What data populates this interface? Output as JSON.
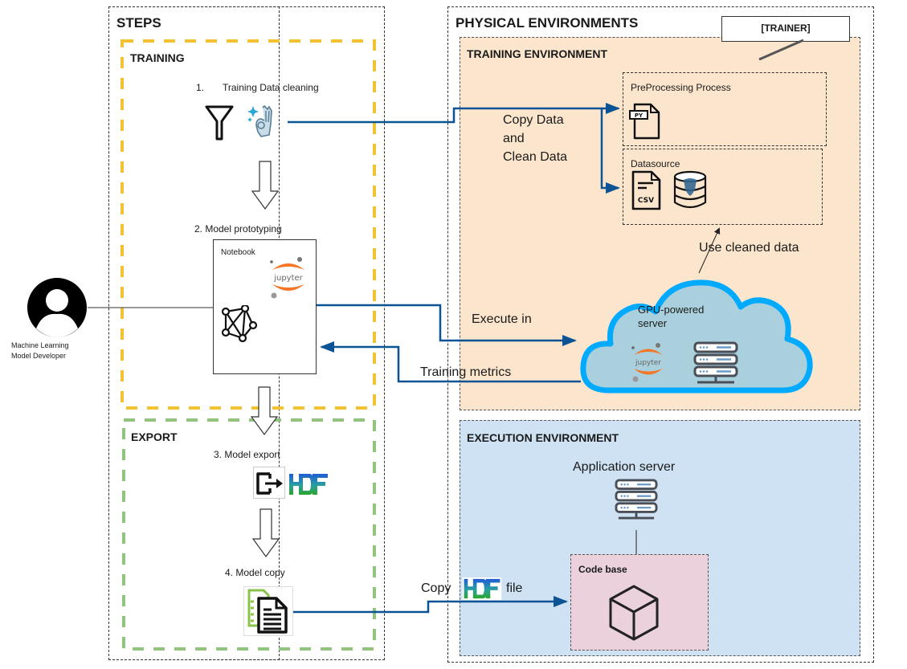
{
  "steps": {
    "title": "STEPS",
    "training": {
      "title": "TRAINING",
      "step1": {
        "number": "1.",
        "label": "Training Data cleaning",
        "icons": [
          "funnel-icon",
          "sparkle-ok-hand-icon"
        ]
      },
      "step2": {
        "label": "2. Model prototyping",
        "notebook_label": "Notebook",
        "icons": [
          "jupyter-logo-icon",
          "network-graph-icon"
        ]
      }
    },
    "export": {
      "title": "EXPORT",
      "step3": {
        "label": "3. Model export",
        "icons": [
          "export-icon",
          "hdf-logo-icon"
        ]
      },
      "step4": {
        "label": "4. Model copy",
        "icons": [
          "copy-document-icon"
        ]
      }
    }
  },
  "actor": {
    "line1": "Machine Learning",
    "line2": "Model Developer"
  },
  "physical": {
    "title": "PHYSICAL ENVIRONMENTS",
    "trainer_tag": "[TRAINER]",
    "training_env": {
      "title": "TRAINING ENVIRONMENT",
      "preprocessing": {
        "label": "PreProcessing Process",
        "icon_text": "PY"
      },
      "datasource": {
        "label": "Datasource",
        "csv_text": "CSV"
      },
      "cloud": {
        "line1": "GPU-powered",
        "line2": "server",
        "jupyter_text": "jupyter"
      }
    },
    "execution_env": {
      "title": "EXECUTION ENVIRONMENT",
      "app_server": "Application server",
      "code_base": "Code base"
    }
  },
  "connectors": {
    "copy_clean": {
      "line1": "Copy Data",
      "line2": "and",
      "line3": "Clean Data"
    },
    "use_cleaned": "Use cleaned data",
    "execute_in": "Execute in",
    "training_metrics": "Training metrics",
    "copy_file": {
      "prefix": "Copy",
      "suffix": "file"
    }
  },
  "colors": {
    "arrow_blue": "#0b5394",
    "training_dash": "#f1c232",
    "export_dash": "#93c47d",
    "training_env_fill": "#fce5cd",
    "execution_env_fill": "#cfe2f3",
    "codebase_fill": "#ead1dc",
    "cloud_fill": "#a9d0dc",
    "cloud_stroke": "#00aaff",
    "jupyter_orange": "#f37726"
  }
}
